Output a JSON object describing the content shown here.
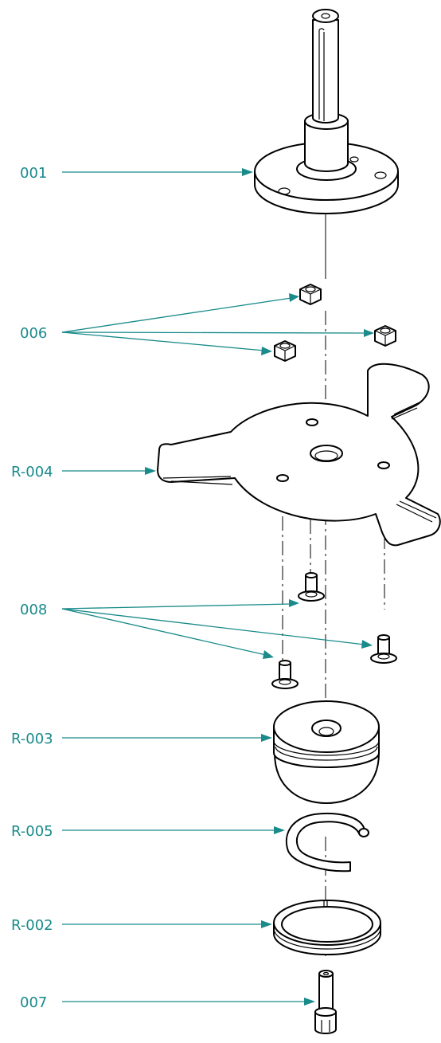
{
  "callouts": [
    {
      "id": "001"
    },
    {
      "id": "006"
    },
    {
      "id": "R-004"
    },
    {
      "id": "008"
    },
    {
      "id": "R-003"
    },
    {
      "id": "R-005"
    },
    {
      "id": "R-002"
    },
    {
      "id": "007"
    }
  ],
  "colors": {
    "callout": "#1a8a8a",
    "linework": "#000000",
    "background": "#ffffff"
  }
}
